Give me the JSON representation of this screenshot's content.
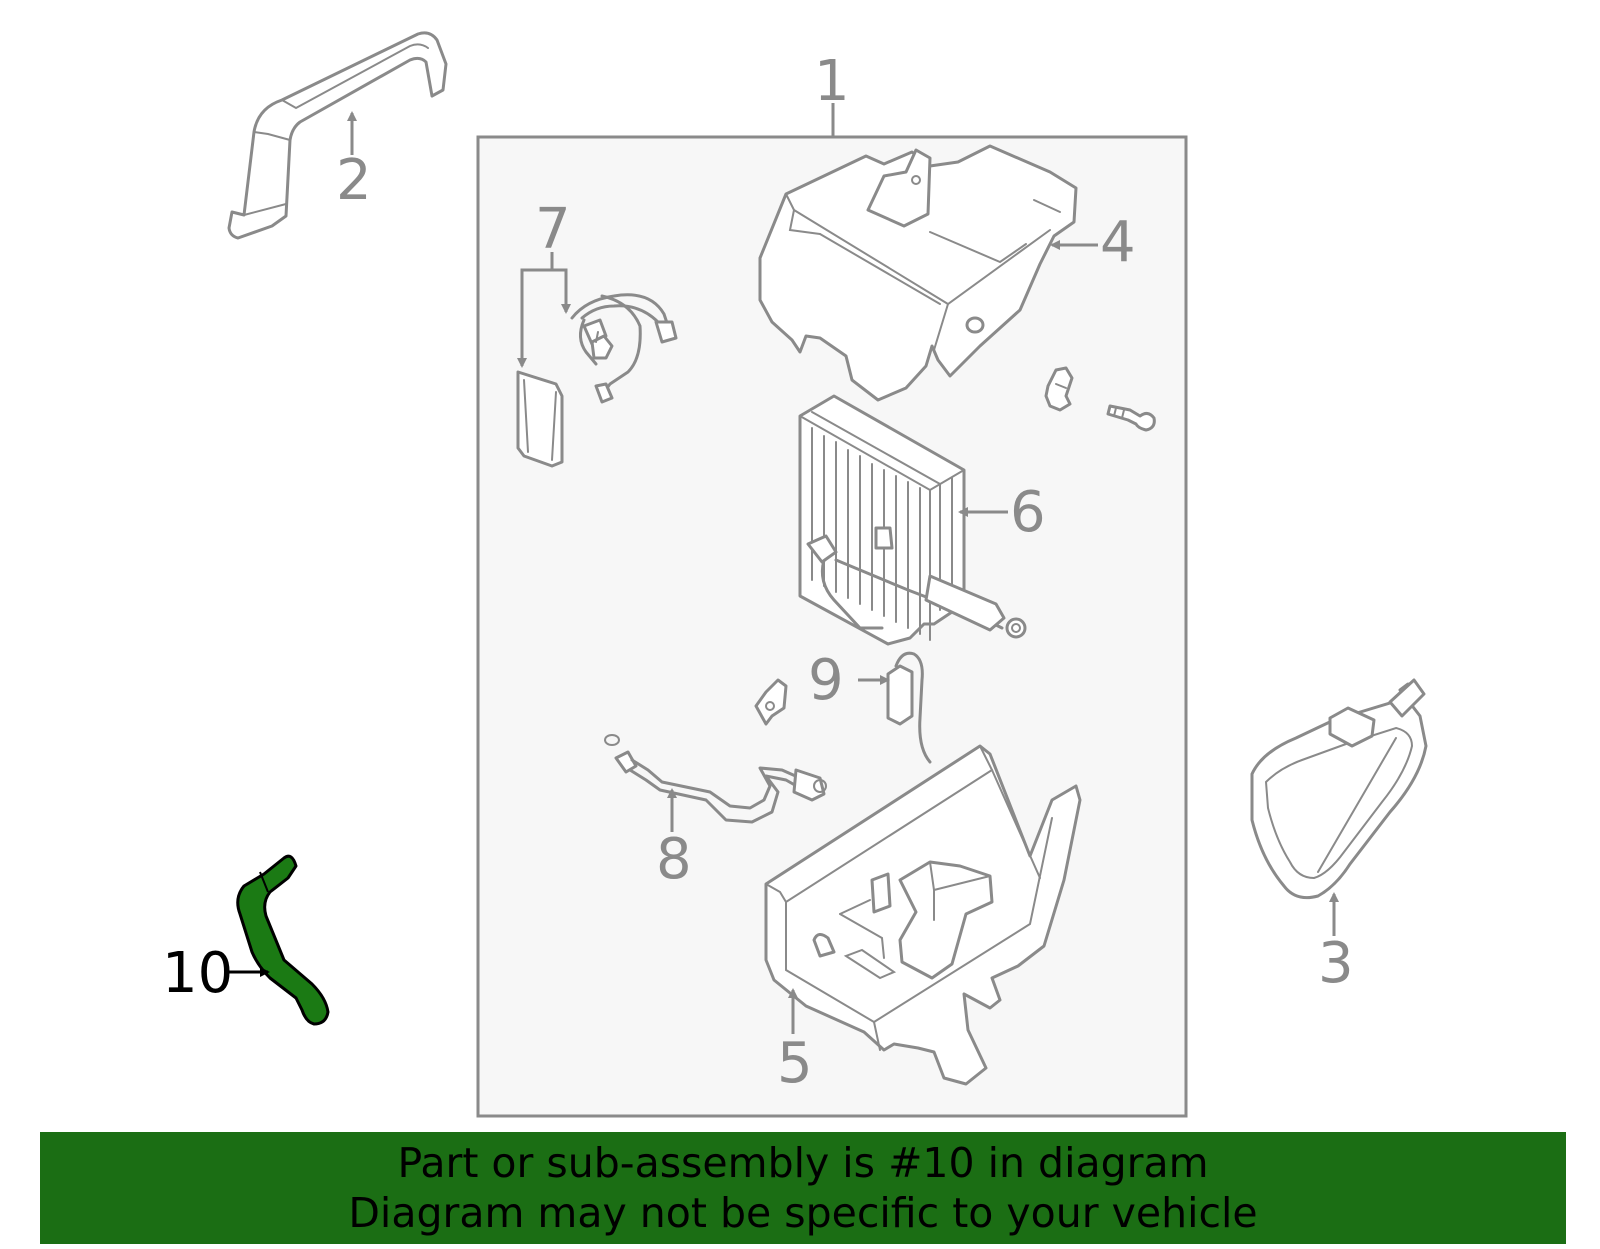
{
  "diagram": {
    "callouts": {
      "c1": "1",
      "c2": "2",
      "c3": "3",
      "c4": "4",
      "c5": "5",
      "c6": "6",
      "c7": "7",
      "c8": "8",
      "c9": "9",
      "c10": "10"
    },
    "highlighted_part": "10",
    "colors": {
      "line": "#8a8a8a",
      "box_fill": "#f7f7f7",
      "highlight_fill": "#1b7a14",
      "highlight_stroke": "#000000",
      "banner_bg": "#1b6e14"
    }
  },
  "banner": {
    "line1": "Part or sub-assembly is #10 in diagram",
    "line2": "Diagram may not be specific to your vehicle"
  }
}
